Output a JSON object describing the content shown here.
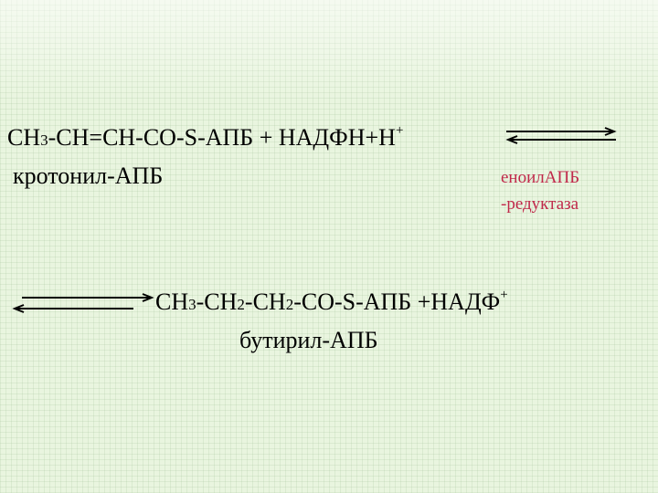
{
  "reaction1": {
    "ch3": "CH",
    "sub_3": "3",
    "rest": "-CH=CH-CO-S-АПБ + НАДФН+Н",
    "sup_plus": "+",
    "name": "кротонил-АПБ"
  },
  "enzyme": {
    "line1": "еноилАПБ",
    "line2": "-редуктаза",
    "color": "#c0284a"
  },
  "reaction2": {
    "ch3": "CH",
    "sub_3": "3",
    "ch2a": "-CH",
    "sub_2a": "2",
    "ch2b": "-CH",
    "sub_2b": "2",
    "rest": "-CO-S-АПБ +НАДФ",
    "sup_plus": "+",
    "name": "бутирил-АПБ"
  }
}
